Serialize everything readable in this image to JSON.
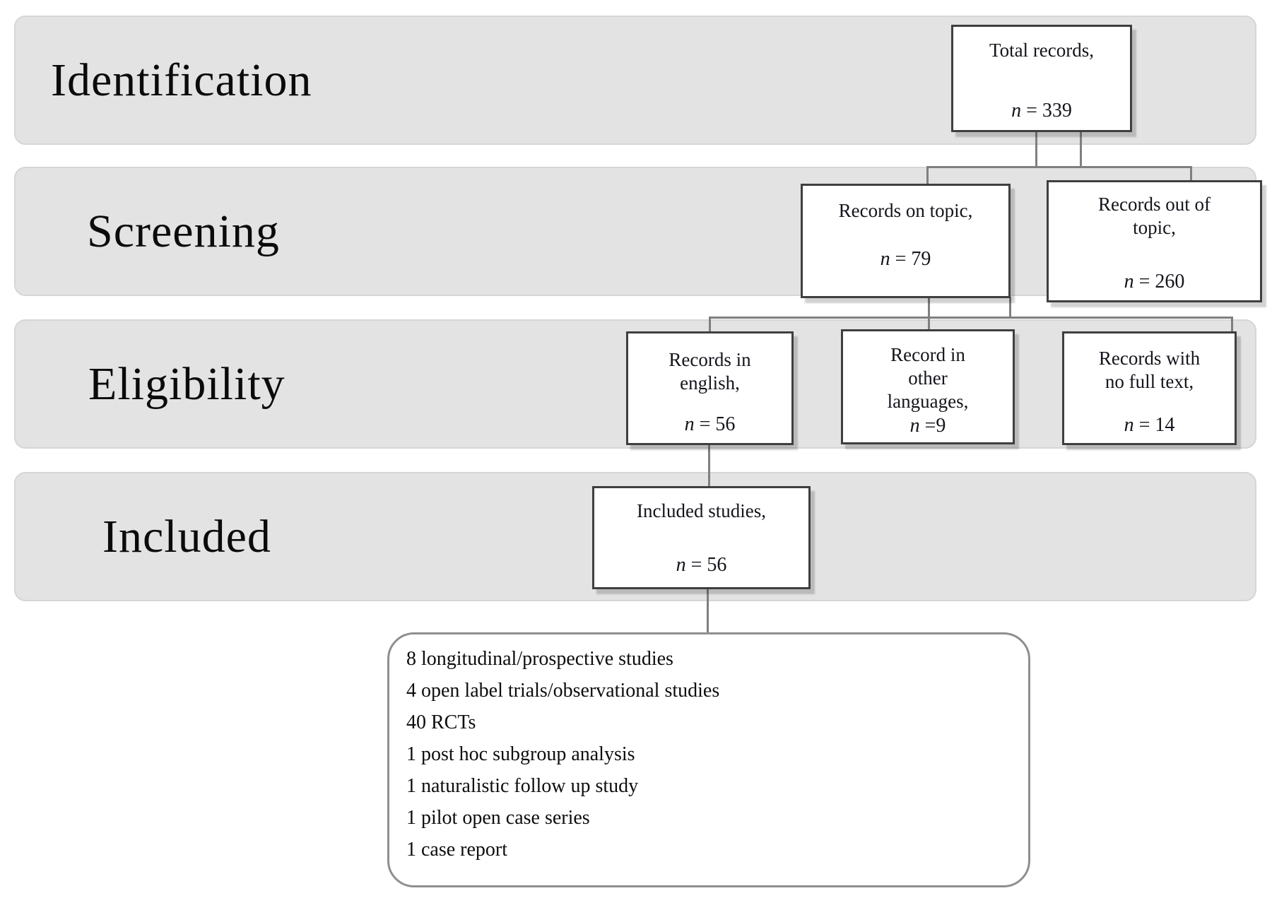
{
  "bands": [
    {
      "label": "Identification"
    },
    {
      "label": "Screening"
    },
    {
      "label": "Eligibility"
    },
    {
      "label": "Included"
    }
  ],
  "boxes": {
    "total_records": {
      "title": "Total records,",
      "n_var": "n",
      "n_rest": " = 339"
    },
    "records_on_topic": {
      "title": "Records on topic,",
      "n_var": "n",
      "n_rest": " = 79"
    },
    "records_out_of_topic": {
      "title": "Records out of\ntopic,",
      "n_var": "n",
      "n_rest": " = 260"
    },
    "records_in_english": {
      "title": "Records in\nenglish,",
      "n_var": "n",
      "n_rest": " = 56"
    },
    "records_other_languages": {
      "title": "Record in\nother\nlanguages,",
      "n_var": "n",
      "n_rest": " =9"
    },
    "records_no_full_text": {
      "title": "Records with\nno full text,",
      "n_var": "n",
      "n_rest": " = 14"
    },
    "included_studies": {
      "title": "Included studies,",
      "n_var": "n",
      "n_rest": " = 56"
    }
  },
  "included_details": {
    "items": [
      "8 longitudinal/prospective studies",
      "4 open label trials/observational studies",
      "40 RCTs",
      "1 post hoc subgroup analysis",
      "1 naturalistic follow up study",
      "1 pilot open case series",
      "1 case report"
    ]
  },
  "colors": {
    "band_fill": "#e3e3e3",
    "box_border": "#3f3f3f",
    "connector": "#7f7f7f",
    "text": "#111111"
  }
}
